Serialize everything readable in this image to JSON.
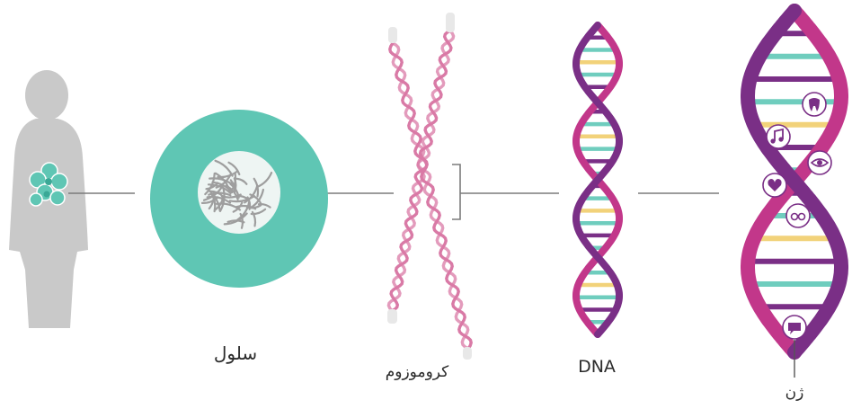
{
  "labels": {
    "cell": "سلول",
    "chromosome": "کروموزوم",
    "dna": "DNA",
    "gene": "ژن"
  },
  "colors": {
    "person": "#c9c9c9",
    "cell_teal": "#5fc6b4",
    "chromosome_pink": "#d97aa6",
    "dna_magenta": "#c2378a",
    "dna_purple": "#7a2f86",
    "rung_teal": "#6fcdbe",
    "rung_yellow": "#f2d27a",
    "connector": "#7b7b7b"
  },
  "icons": [
    "tooth-icon",
    "music-note-icon",
    "eye-icon",
    "heart-icon",
    "glasses-icon",
    "speech-bubble-icon"
  ]
}
